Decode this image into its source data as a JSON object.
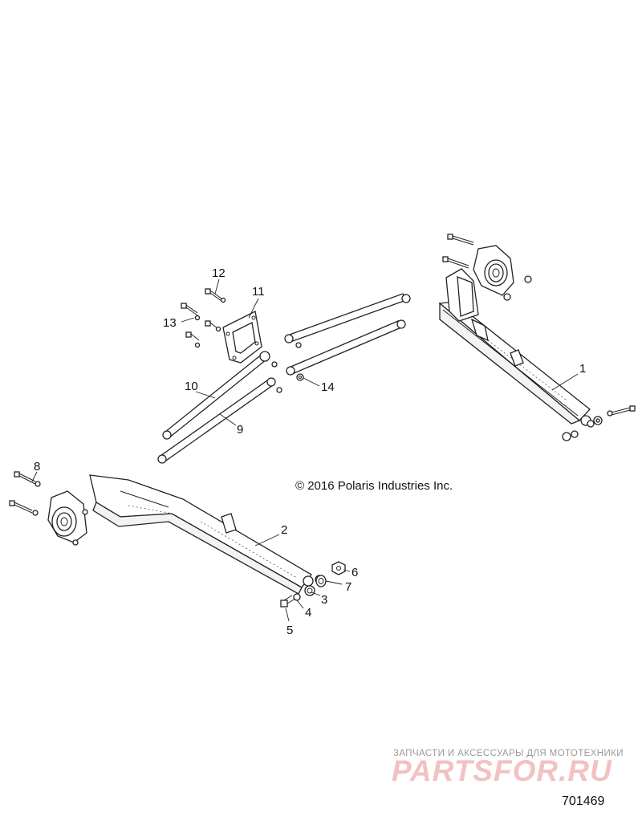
{
  "copyright": "© 2016 Polaris Industries Inc.",
  "drawing_number": "701469",
  "watermark": {
    "tagline": "ЗАПЧАСТИ И АКСЕССУАРЫ ДЛЯ МОТОТЕХНИКИ",
    "logo": "PARTSFOR.RU"
  },
  "callouts": {
    "c1": "1",
    "c2": "2",
    "c3": "3",
    "c4": "4",
    "c5": "5",
    "c6": "6",
    "c7": "7",
    "c8": "8",
    "c9": "9",
    "c10": "10",
    "c11": "11",
    "c12": "12",
    "c13": "13",
    "c14": "14"
  }
}
